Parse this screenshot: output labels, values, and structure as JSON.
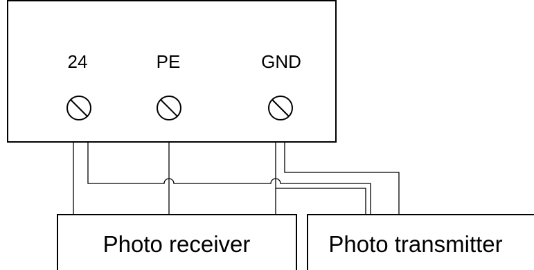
{
  "terminal_block": {
    "terminals": [
      {
        "label": "24"
      },
      {
        "label": "PE"
      },
      {
        "label": "GND"
      }
    ]
  },
  "devices": {
    "receiver": {
      "label": "Photo receiver"
    },
    "transmitter": {
      "label": "Photo transmitter"
    }
  },
  "colors": {
    "line": "#000000",
    "background": "#ffffff"
  }
}
